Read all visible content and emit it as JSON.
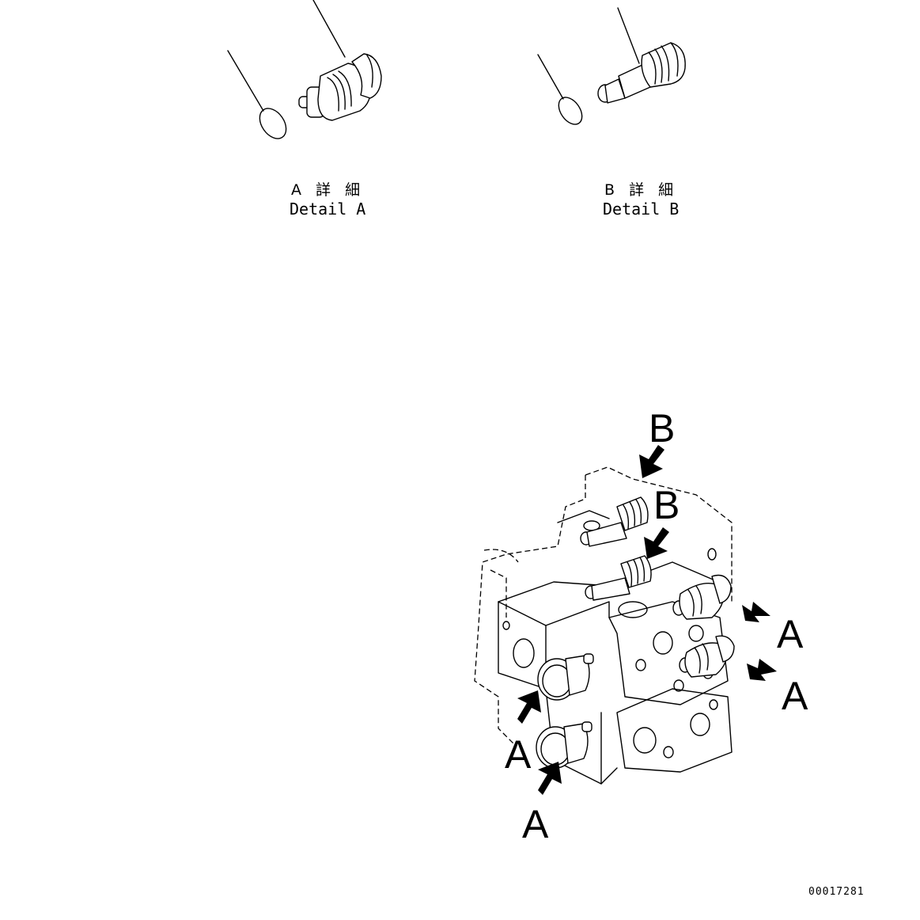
{
  "detail_a": {
    "caption_jp": "A 詳 細",
    "caption_en": "Detail A"
  },
  "detail_b": {
    "caption_jp": "B 詳 細",
    "caption_en": "Detail B"
  },
  "callouts": {
    "b_top": "B",
    "b_mid": "B",
    "a_right_upper": "A",
    "a_right_lower": "A",
    "a_left_upper": "A",
    "a_left_lower": "A"
  },
  "reference_number": "00017281"
}
